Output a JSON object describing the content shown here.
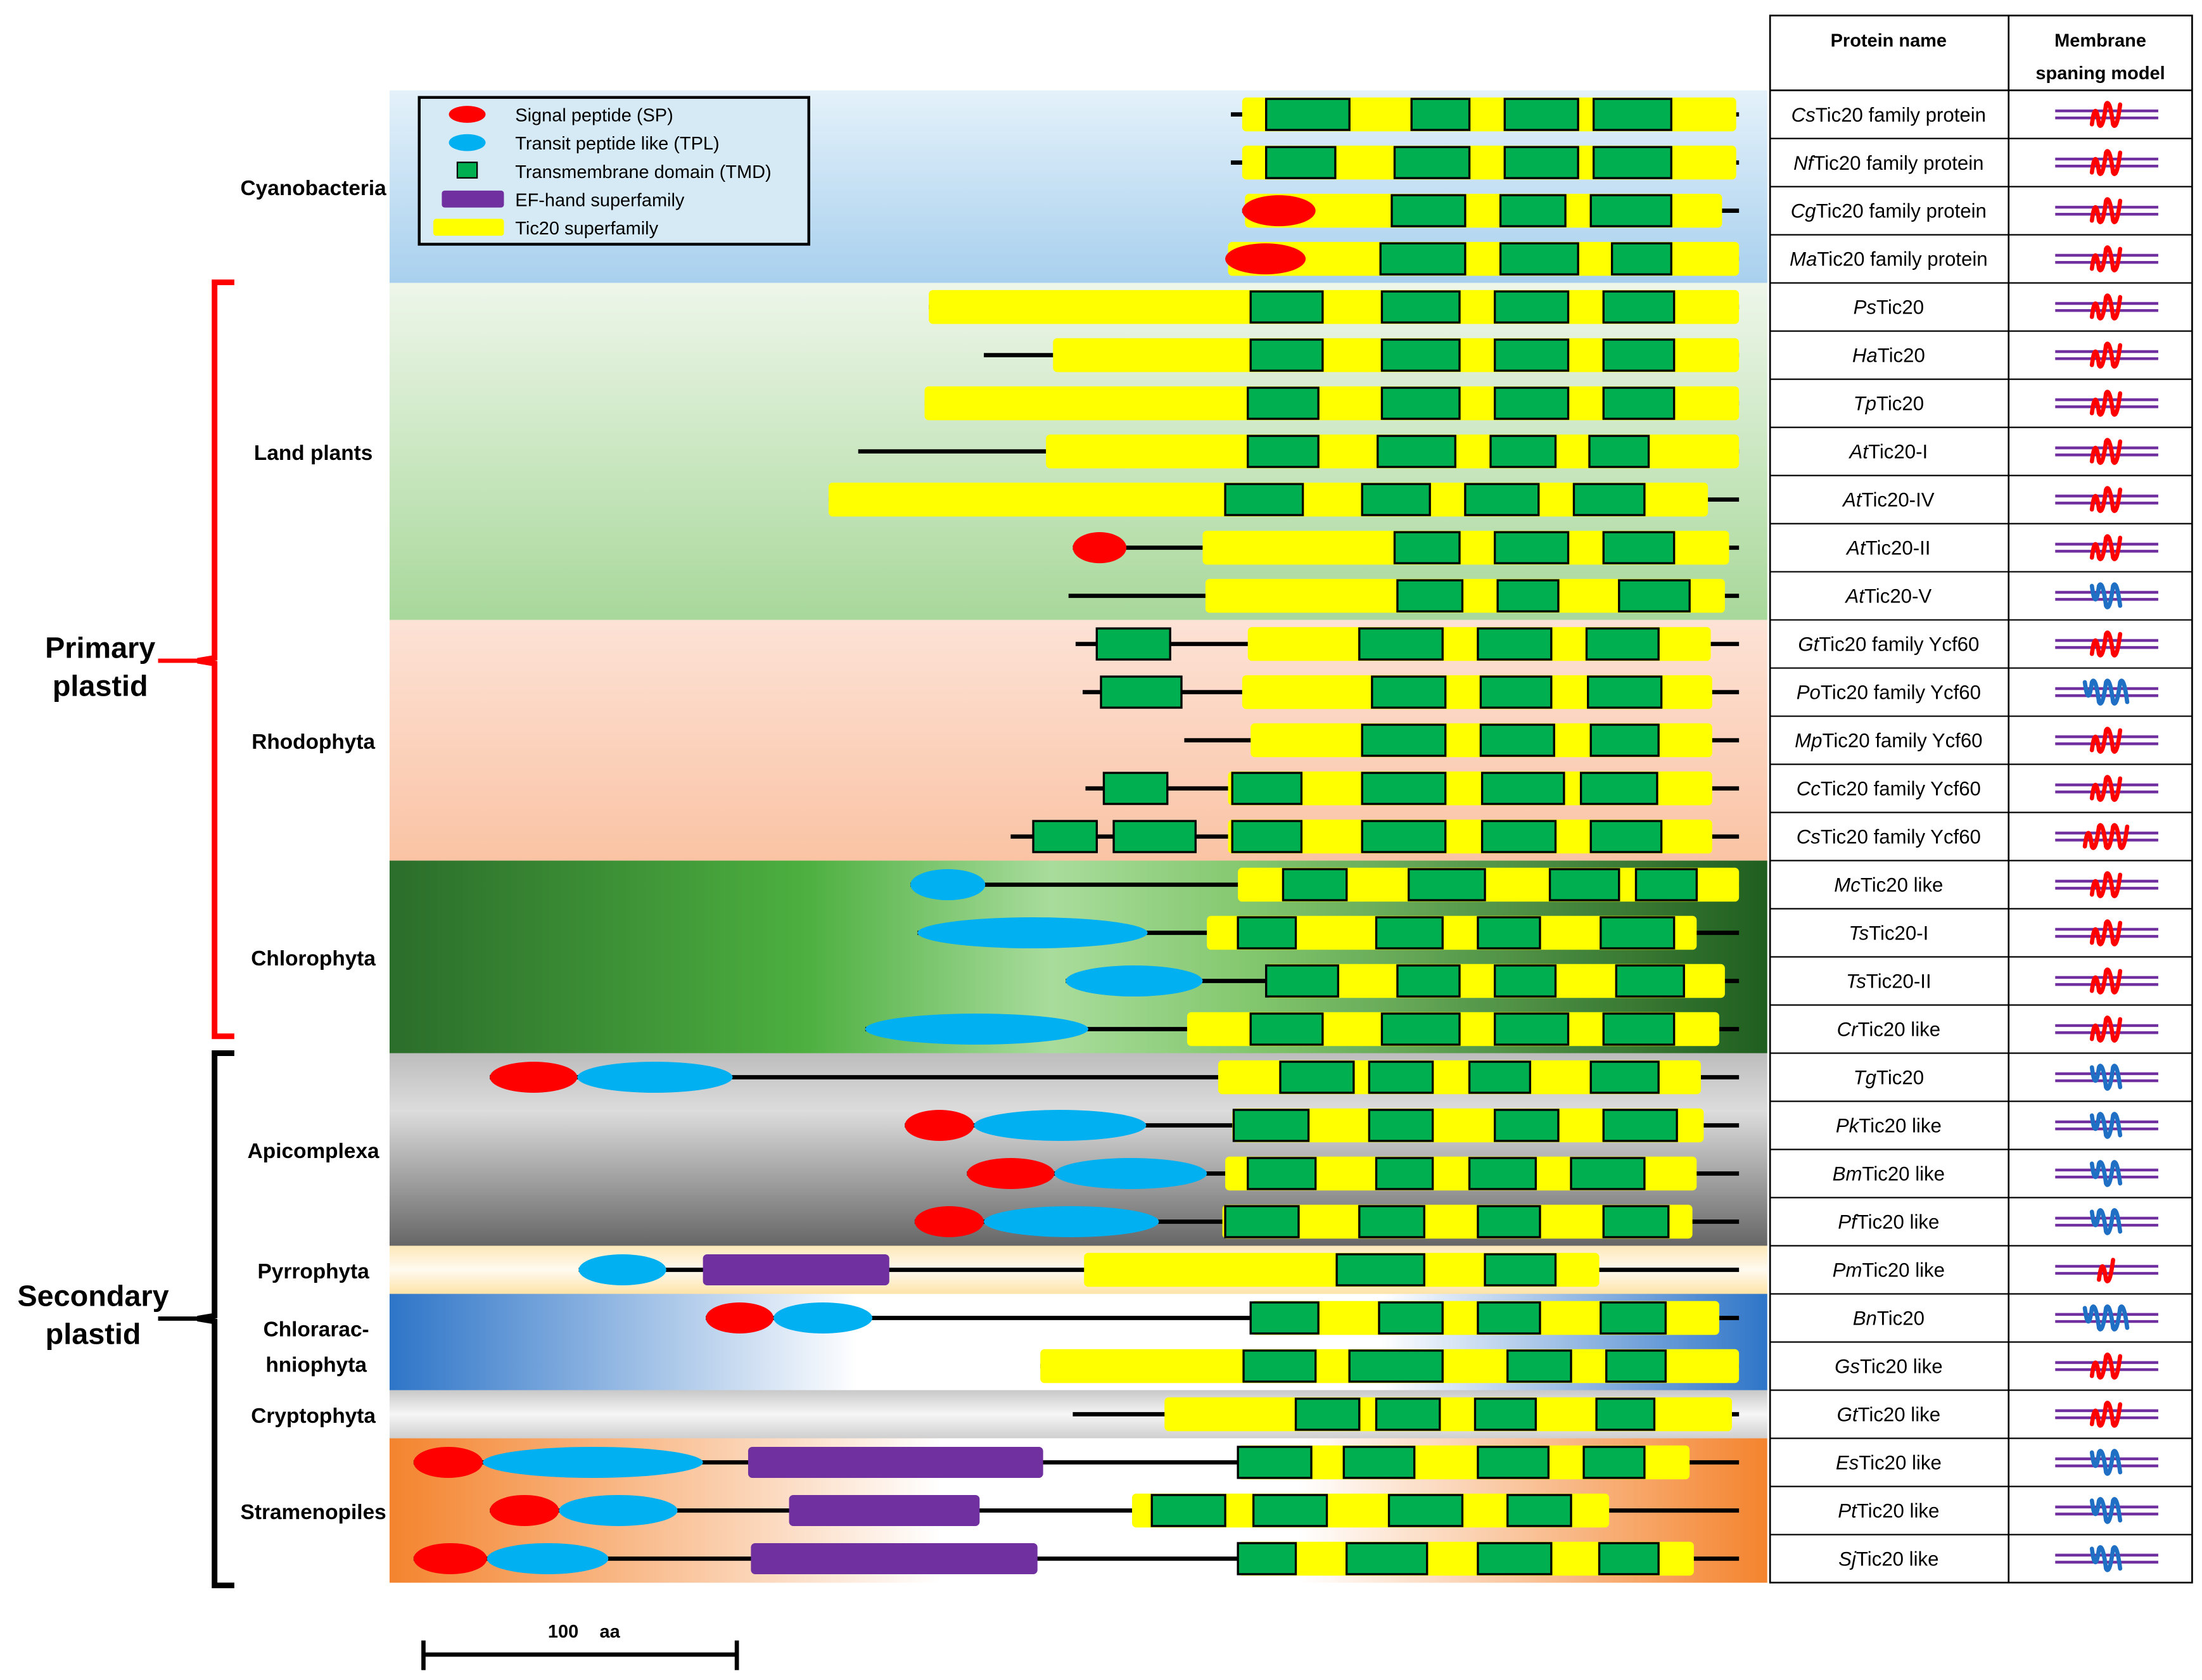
{
  "table": {
    "header_name": "Protein name",
    "header_model_1": "Membrane",
    "header_model_2": "spaning model"
  },
  "legend": {
    "sp": "Signal peptide (SP)",
    "tpl": "Transit peptide like (TPL)",
    "tmd": "Transmembrane domain (TMD)",
    "ef": "EF-hand superfamily",
    "tic": "Tic20 superfamily"
  },
  "colors": {
    "sp": "#ff0000",
    "tpl": "#00b0f0",
    "tmd": "#00b050",
    "ef": "#7030a0",
    "tic": "#ffff00",
    "model_red": "#ff0000",
    "model_blue": "#1f6fc4",
    "membrane": "#7030a0"
  },
  "groups": {
    "primary_1": "Primary",
    "primary_2": "plastid",
    "secondary_1": "Secondary",
    "secondary_2": "plastid"
  },
  "clades": [
    {
      "name": "Cyanobacteria",
      "first_row": 0,
      "rows": 4
    },
    {
      "name": "Land plants",
      "first_row": 4,
      "rows": 7
    },
    {
      "name": "Rhodophyta",
      "first_row": 11,
      "rows": 5
    },
    {
      "name": "Chlorophyta",
      "first_row": 16,
      "rows": 4
    },
    {
      "name": "Apicomplexa",
      "first_row": 20,
      "rows": 4
    },
    {
      "name": "Pyrrophyta",
      "first_row": 24,
      "rows": 1
    },
    {
      "name": "Chlorarac-",
      "name2": "hniophyta",
      "first_row": 25,
      "rows": 2
    },
    {
      "name": "Cryptophyta",
      "first_row": 27,
      "rows": 1
    },
    {
      "name": "Stramenopiles",
      "first_row": 28,
      "rows": 3
    }
  ],
  "scale_bar": {
    "value": "100",
    "unit": "aa"
  },
  "proteins": [
    {
      "prefix": "Cs",
      "suffix": "Tic20 family protein",
      "model": "red-4",
      "line": [
        872,
        1232
      ],
      "tic": [
        [
          880,
          1230
        ]
      ],
      "sp": [],
      "tpl": [],
      "ef": [],
      "tmd": [
        [
          897,
          956
        ],
        [
          1000,
          1041
        ],
        [
          1066,
          1118
        ],
        [
          1129,
          1184
        ]
      ]
    },
    {
      "prefix": "Nf",
      "suffix": "Tic20 family protein",
      "model": "red-4",
      "line": [
        872,
        1232
      ],
      "tic": [
        [
          880,
          1230
        ]
      ],
      "sp": [],
      "tpl": [],
      "ef": [],
      "tmd": [
        [
          897,
          946
        ],
        [
          988,
          1041
        ],
        [
          1066,
          1118
        ],
        [
          1129,
          1184
        ]
      ]
    },
    {
      "prefix": "Cg",
      "suffix": "Tic20 family protein",
      "model": "red-4",
      "line": [
        880,
        1232
      ],
      "tic": [
        [
          882,
          1220
        ]
      ],
      "sp": [
        [
          880,
          932
        ]
      ],
      "tpl": [],
      "ef": [],
      "tmd": [
        [
          986,
          1038
        ],
        [
          1063,
          1109
        ],
        [
          1127,
          1184
        ]
      ]
    },
    {
      "prefix": "Ma",
      "suffix": "Tic20 family protein",
      "model": "red-4",
      "line": [
        870,
        1232
      ],
      "tic": [
        [
          870,
          1232
        ]
      ],
      "sp": [
        [
          868,
          925
        ]
      ],
      "tpl": [],
      "ef": [],
      "tmd": [
        [
          978,
          1038
        ],
        [
          1063,
          1118
        ],
        [
          1142,
          1184
        ]
      ]
    },
    {
      "prefix": "Ps",
      "suffix": "Tic20",
      "model": "red-4",
      "line": [
        658,
        1232
      ],
      "tic": [
        [
          658,
          1232
        ]
      ],
      "sp": [],
      "tpl": [],
      "ef": [],
      "tmd": [
        [
          886,
          937
        ],
        [
          979,
          1034
        ],
        [
          1059,
          1111
        ],
        [
          1136,
          1186
        ]
      ]
    },
    {
      "prefix": "Ha",
      "suffix": "Tic20",
      "model": "red-4",
      "line": [
        697,
        1232
      ],
      "tic": [
        [
          746,
          1232
        ]
      ],
      "sp": [],
      "tpl": [],
      "ef": [],
      "tmd": [
        [
          886,
          937
        ],
        [
          979,
          1034
        ],
        [
          1059,
          1111
        ],
        [
          1136,
          1186
        ]
      ]
    },
    {
      "prefix": "Tp",
      "suffix": "Tic20",
      "model": "red-4",
      "line": [
        655,
        1232
      ],
      "tic": [
        [
          655,
          1232
        ]
      ],
      "sp": [],
      "tpl": [],
      "ef": [],
      "tmd": [
        [
          884,
          934
        ],
        [
          979,
          1034
        ],
        [
          1059,
          1111
        ],
        [
          1136,
          1186
        ]
      ]
    },
    {
      "prefix": "At",
      "suffix": "Tic20-I",
      "model": "red-4",
      "line": [
        608,
        1232
      ],
      "tic": [
        [
          741,
          1232
        ]
      ],
      "sp": [],
      "tpl": [],
      "ef": [],
      "tmd": [
        [
          884,
          934
        ],
        [
          976,
          1031
        ],
        [
          1056,
          1102
        ],
        [
          1126,
          1168
        ]
      ]
    },
    {
      "prefix": "At",
      "suffix": "Tic20-IV",
      "model": "red-4",
      "line": [
        587,
        1232
      ],
      "tic": [
        [
          587,
          1210
        ]
      ],
      "sp": [],
      "tpl": [],
      "ef": [],
      "tmd": [
        [
          868,
          923
        ],
        [
          965,
          1013
        ],
        [
          1038,
          1090
        ],
        [
          1115,
          1165
        ]
      ]
    },
    {
      "prefix": "At",
      "suffix": "Tic20-II",
      "model": "red-4",
      "line": [
        760,
        1232
      ],
      "tic": [
        [
          852,
          1225
        ]
      ],
      "sp": [
        [
          760,
          798
        ]
      ],
      "tpl": [],
      "ef": [],
      "tmd": [
        [
          988,
          1034
        ],
        [
          1059,
          1111
        ],
        [
          1136,
          1186
        ]
      ]
    },
    {
      "prefix": "At",
      "suffix": "Tic20-V",
      "model": "blue-4",
      "line": [
        757,
        1232
      ],
      "tic": [
        [
          854,
          1222
        ]
      ],
      "sp": [],
      "tpl": [],
      "ef": [],
      "tmd": [
        [
          990,
          1036
        ],
        [
          1061,
          1104
        ],
        [
          1147,
          1197
        ]
      ]
    },
    {
      "prefix": "Gt",
      "suffix": "Tic20 family Ycf60",
      "model": "red-4",
      "line": [
        762,
        1232
      ],
      "tic": [
        [
          884,
          1212
        ]
      ],
      "sp": [],
      "tpl": [],
      "ef": [],
      "tmd": [
        [
          777,
          829
        ],
        [
          963,
          1022
        ],
        [
          1047,
          1099
        ],
        [
          1124,
          1175
        ]
      ]
    },
    {
      "prefix": "Po",
      "suffix": "Tic20 family Ycf60",
      "model": "blue-6",
      "line": [
        767,
        1232
      ],
      "tic": [
        [
          880,
          1213
        ]
      ],
      "sp": [],
      "tpl": [],
      "ef": [],
      "tmd": [
        [
          780,
          837
        ],
        [
          972,
          1024
        ],
        [
          1049,
          1099
        ],
        [
          1125,
          1177
        ]
      ]
    },
    {
      "prefix": "Mp",
      "suffix": "Tic20 family Ycf60",
      "model": "red-4",
      "line": [
        839,
        1232
      ],
      "tic": [
        [
          886,
          1213
        ]
      ],
      "sp": [],
      "tpl": [],
      "ef": [],
      "tmd": [
        [
          965,
          1024
        ],
        [
          1049,
          1101
        ],
        [
          1127,
          1175
        ]
      ]
    },
    {
      "prefix": "Cc",
      "suffix": "Tic20 family Ycf60",
      "model": "red-4",
      "line": [
        769,
        1232
      ],
      "tic": [
        [
          870,
          1213
        ]
      ],
      "sp": [],
      "tpl": [],
      "ef": [],
      "tmd": [
        [
          782,
          827
        ],
        [
          873,
          922
        ],
        [
          965,
          1024
        ],
        [
          1050,
          1108
        ],
        [
          1120,
          1174
        ]
      ]
    },
    {
      "prefix": "Cs",
      "suffix": "Tic20 family Ycf60",
      "model": "red-6",
      "line": [
        716,
        1232
      ],
      "tic": [
        [
          870,
          1213
        ]
      ],
      "sp": [],
      "tpl": [],
      "ef": [],
      "tmd": [
        [
          732,
          777
        ],
        [
          789,
          847
        ],
        [
          873,
          922
        ],
        [
          965,
          1024
        ],
        [
          1050,
          1102
        ],
        [
          1127,
          1177
        ]
      ]
    },
    {
      "prefix": "Mc",
      "suffix": "Tic20 like",
      "model": "red-4",
      "line": [
        645,
        1232
      ],
      "tic": [
        [
          877,
          1232
        ]
      ],
      "sp": [],
      "tpl": [
        [
          645,
          698
        ]
      ],
      "ef": [],
      "tmd": [
        [
          909,
          954
        ],
        [
          998,
          1052
        ],
        [
          1098,
          1147
        ],
        [
          1159,
          1202
        ]
      ]
    },
    {
      "prefix": "Ts",
      "suffix": "Tic20-I",
      "model": "red-4",
      "line": [
        650,
        1232
      ],
      "tic": [
        [
          855,
          1202
        ]
      ],
      "sp": [],
      "tpl": [
        [
          650,
          813
        ]
      ],
      "ef": [],
      "tmd": [
        [
          877,
          918
        ],
        [
          975,
          1022
        ],
        [
          1047,
          1091
        ],
        [
          1134,
          1186
        ]
      ]
    },
    {
      "prefix": "Ts",
      "suffix": "Tic20-II",
      "model": "red-4",
      "line": [
        755,
        1232
      ],
      "tic": [
        [
          897,
          1222
        ]
      ],
      "sp": [],
      "tpl": [
        [
          755,
          852
        ]
      ],
      "ef": [],
      "tmd": [
        [
          897,
          948
        ],
        [
          990,
          1034
        ],
        [
          1059,
          1102
        ],
        [
          1145,
          1193
        ]
      ]
    },
    {
      "prefix": "Cr",
      "suffix": "Tic20 like",
      "model": "red-4",
      "line": [
        613,
        1232
      ],
      "tic": [
        [
          841,
          1218
        ]
      ],
      "sp": [],
      "tpl": [
        [
          613,
          771
        ]
      ],
      "ef": [],
      "tmd": [
        [
          886,
          937
        ],
        [
          979,
          1034
        ],
        [
          1059,
          1111
        ],
        [
          1136,
          1186
        ]
      ]
    },
    {
      "prefix": "Tg",
      "suffix": "Tic20",
      "model": "blue-4",
      "line": [
        347,
        1232
      ],
      "tic": [
        [
          863,
          1205
        ]
      ],
      "sp": [
        [
          347,
          409
        ]
      ],
      "tpl": [
        [
          409,
          519
        ]
      ],
      "ef": [],
      "tmd": [
        [
          907,
          959
        ],
        [
          970,
          1015
        ],
        [
          1041,
          1084
        ],
        [
          1127,
          1175
        ]
      ]
    },
    {
      "prefix": "Pk",
      "suffix": "Tic20 like",
      "model": "blue-4",
      "line": [
        641,
        1232
      ],
      "tic": [
        [
          873,
          1207
        ]
      ],
      "sp": [
        [
          641,
          690
        ]
      ],
      "tpl": [
        [
          690,
          812
        ]
      ],
      "ef": [],
      "tmd": [
        [
          874,
          927
        ],
        [
          970,
          1015
        ],
        [
          1059,
          1104
        ],
        [
          1136,
          1188
        ]
      ]
    },
    {
      "prefix": "Bm",
      "suffix": "Tic20 like",
      "model": "blue-4",
      "line": [
        685,
        1232
      ],
      "tic": [
        [
          868,
          1202
        ]
      ],
      "sp": [
        [
          685,
          747
        ]
      ],
      "tpl": [
        [
          747,
          855
        ]
      ],
      "ef": [],
      "tmd": [
        [
          884,
          932
        ],
        [
          975,
          1015
        ],
        [
          1041,
          1088
        ],
        [
          1113,
          1165
        ]
      ]
    },
    {
      "prefix": "Pf",
      "suffix": "Tic20 like",
      "model": "blue-4",
      "line": [
        648,
        1232
      ],
      "tic": [
        [
          866,
          1199
        ]
      ],
      "sp": [
        [
          648,
          697
        ]
      ],
      "tpl": [
        [
          697,
          821
        ]
      ],
      "ef": [],
      "tmd": [
        [
          868,
          920
        ],
        [
          963,
          1009
        ],
        [
          1047,
          1091
        ],
        [
          1136,
          1182
        ]
      ]
    },
    {
      "prefix": "Pm",
      "suffix": "Tic20 like",
      "model": "red-2",
      "line": [
        410,
        1232
      ],
      "tic": [
        [
          768,
          1133
        ]
      ],
      "sp": [],
      "tpl": [
        [
          410,
          472
        ]
      ],
      "ef": [
        [
          498,
          630
        ]
      ],
      "tmd": [
        [
          947,
          1009
        ],
        [
          1052,
          1102
        ]
      ]
    },
    {
      "prefix": "Bn",
      "suffix": "Tic20",
      "model": "blue-6",
      "line": [
        500,
        1232
      ],
      "tic": [
        [
          886,
          1218
        ]
      ],
      "sp": [
        [
          500,
          548
        ]
      ],
      "tpl": [
        [
          548,
          618
        ]
      ],
      "ef": [],
      "tmd": [
        [
          886,
          934
        ],
        [
          977,
          1022
        ],
        [
          1047,
          1091
        ],
        [
          1134,
          1180
        ]
      ]
    },
    {
      "prefix": "Gs",
      "suffix": "Tic20 like",
      "model": "red-4",
      "line": [
        737,
        1232
      ],
      "tic": [
        [
          737,
          1232
        ]
      ],
      "sp": [],
      "tpl": [],
      "ef": [],
      "tmd": [
        [
          881,
          932
        ],
        [
          956,
          1022
        ],
        [
          1068,
          1113
        ],
        [
          1138,
          1180
        ]
      ]
    },
    {
      "prefix": "Gt",
      "suffix": "Tic20 like",
      "model": "red-4",
      "line": [
        760,
        1232
      ],
      "tic": [
        [
          825,
          1227
        ]
      ],
      "sp": [],
      "tpl": [],
      "ef": [],
      "tmd": [
        [
          918,
          963
        ],
        [
          975,
          1020
        ],
        [
          1045,
          1088
        ],
        [
          1131,
          1172
        ]
      ]
    },
    {
      "prefix": "Es",
      "suffix": "Tic20 like",
      "model": "blue-4",
      "line": [
        293,
        1232
      ],
      "tic": [
        [
          877,
          1197
        ]
      ],
      "sp": [
        [
          293,
          342
        ]
      ],
      "tpl": [
        [
          342,
          498
        ]
      ],
      "ef": [
        [
          530,
          739
        ]
      ],
      "tmd": [
        [
          877,
          929
        ],
        [
          952,
          1002
        ],
        [
          1047,
          1097
        ],
        [
          1122,
          1165
        ]
      ]
    },
    {
      "prefix": "Pt",
      "suffix": "Tic20 like",
      "model": "blue-4",
      "line": [
        347,
        1232
      ],
      "tic": [
        [
          802,
          1140
        ]
      ],
      "sp": [
        [
          347,
          396
        ]
      ],
      "tpl": [
        [
          396,
          480
        ]
      ],
      "ef": [
        [
          559,
          694
        ]
      ],
      "tmd": [
        [
          816,
          868
        ],
        [
          888,
          940
        ],
        [
          984,
          1036
        ],
        [
          1068,
          1113
        ]
      ]
    },
    {
      "prefix": "Sj",
      "suffix": "Tic20 like",
      "model": "blue-4",
      "line": [
        293,
        1232
      ],
      "tic": [
        [
          877,
          1200
        ]
      ],
      "sp": [
        [
          293,
          345
        ]
      ],
      "tpl": [
        [
          345,
          431
        ]
      ],
      "ef": [
        [
          532,
          735
        ]
      ],
      "tmd": [
        [
          877,
          918
        ],
        [
          954,
          1011
        ],
        [
          1047,
          1099
        ],
        [
          1133,
          1175
        ]
      ]
    }
  ]
}
